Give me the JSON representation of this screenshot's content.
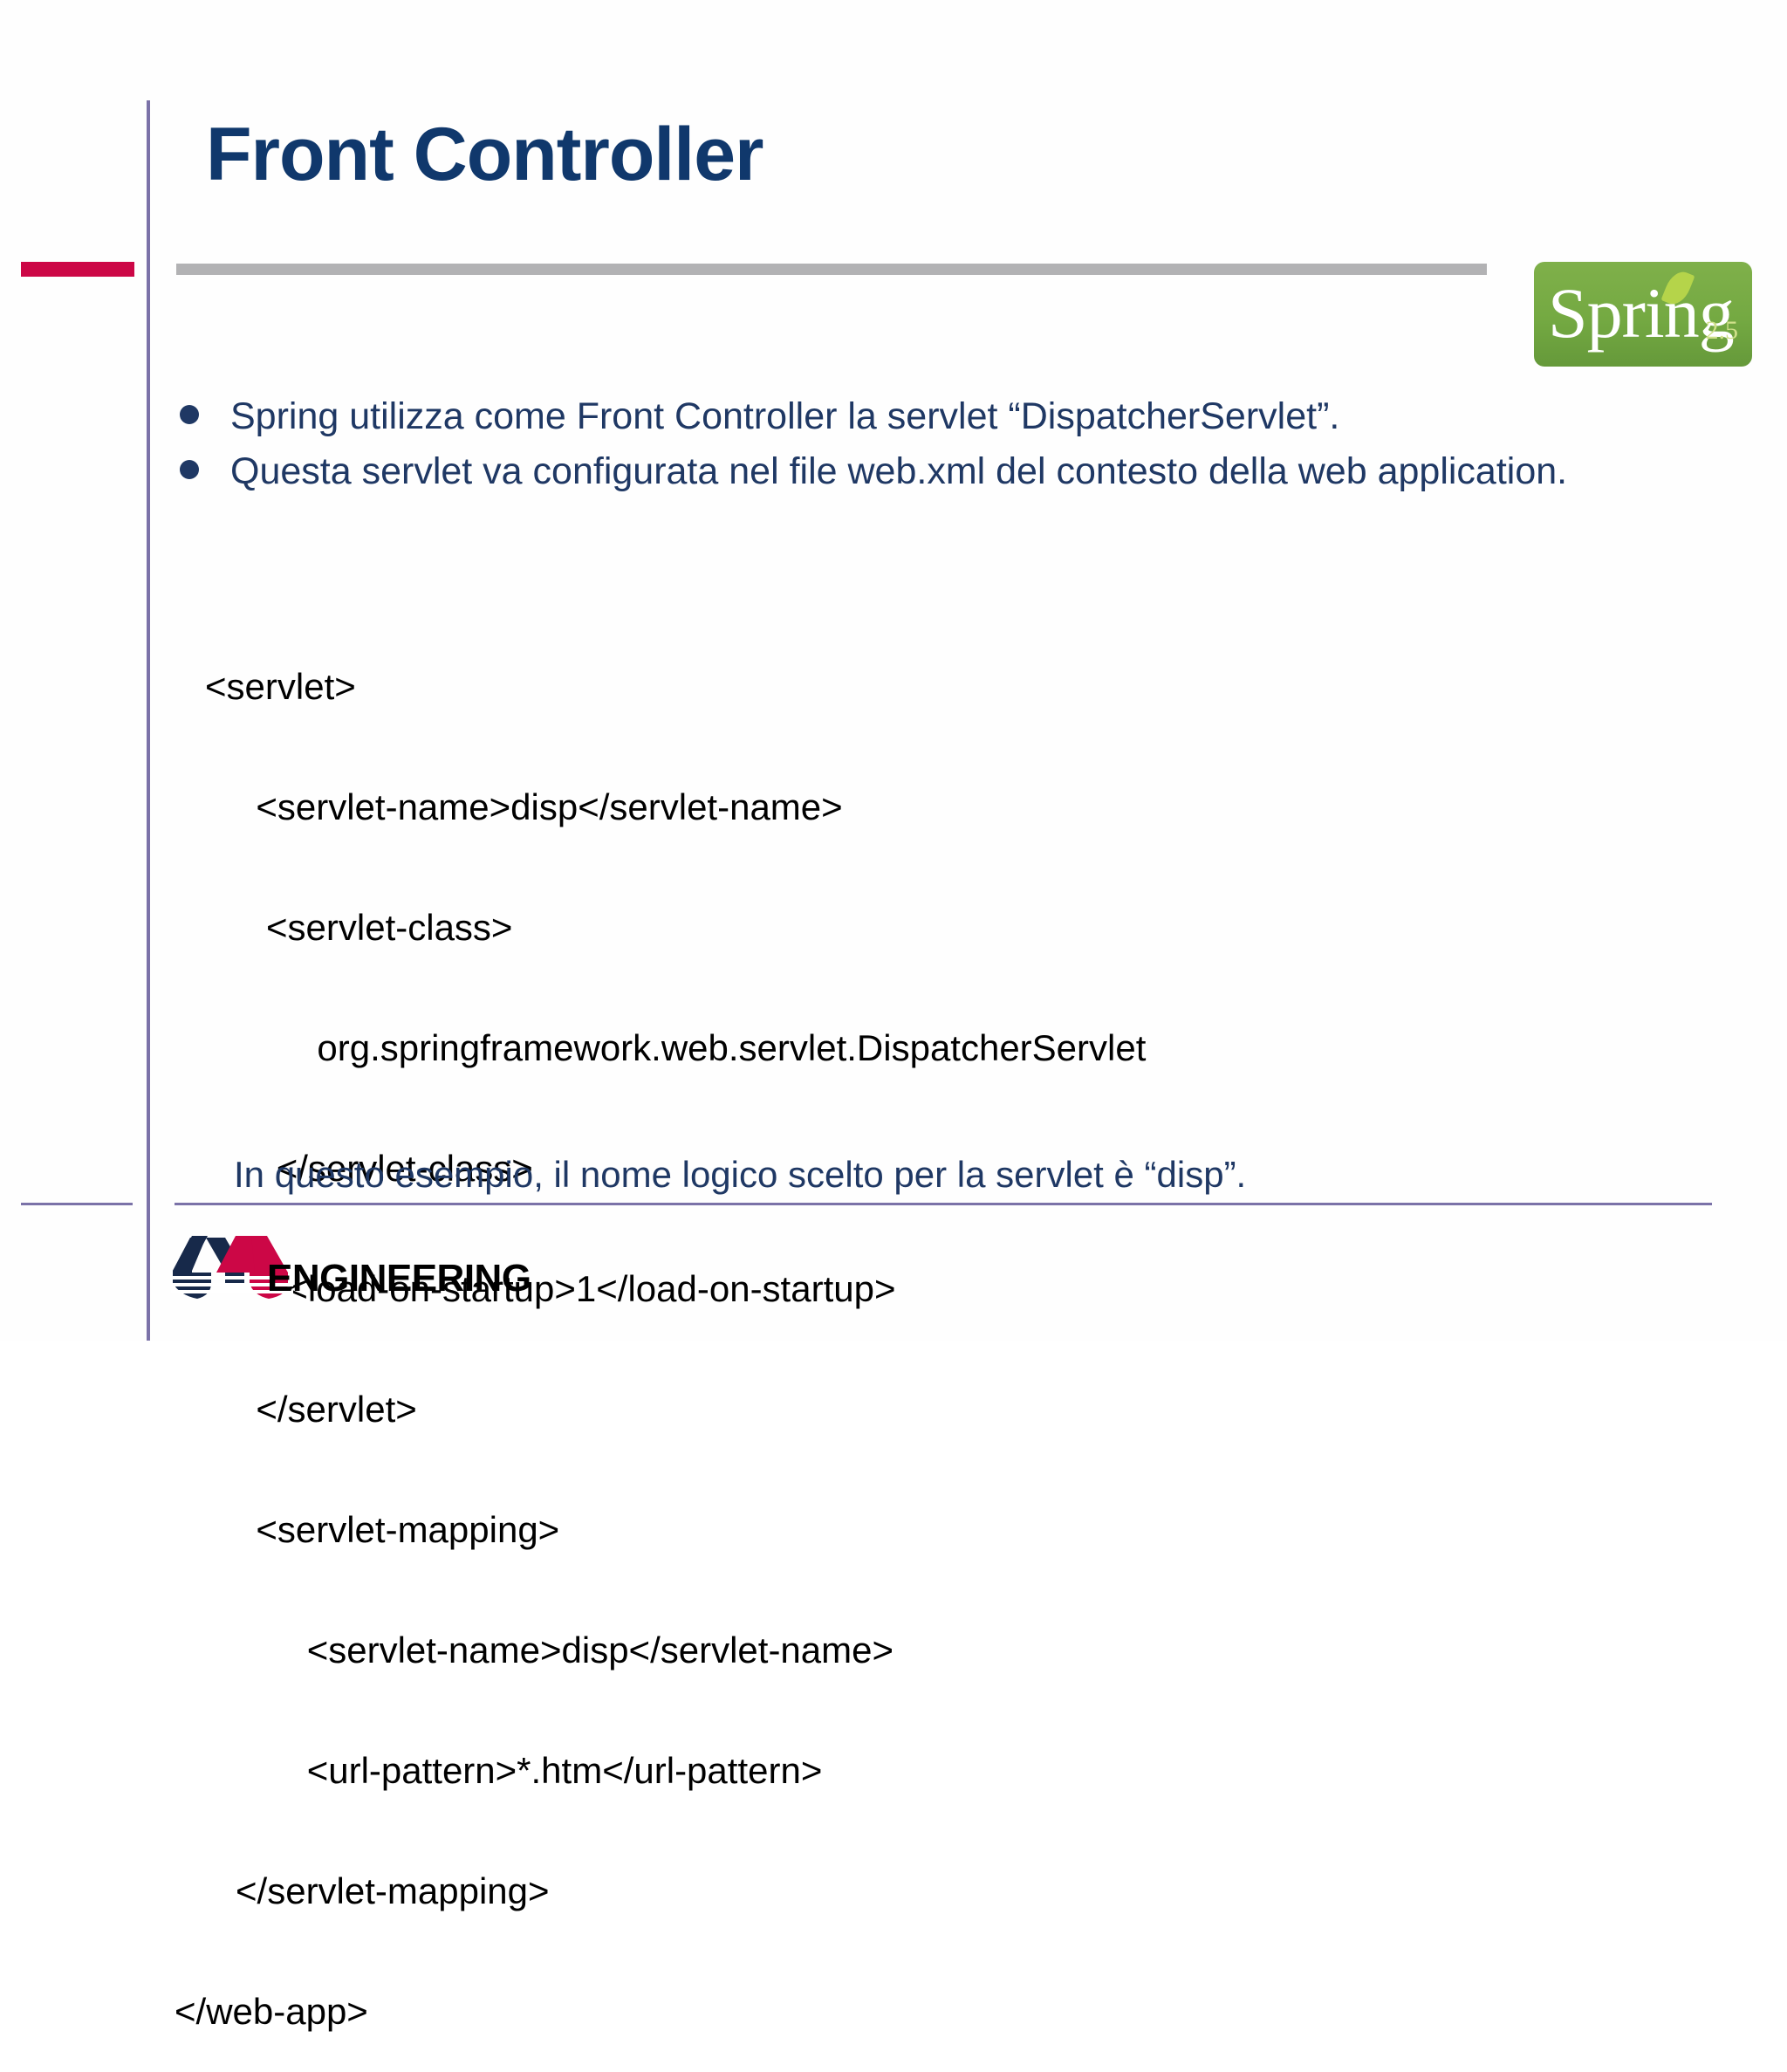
{
  "slide": {
    "title": "Front Controller",
    "bullets": [
      "Spring utilizza come Front Controller la servlet “DispatcherServlet”.",
      "Questa servlet va configurata nel file web.xml del contesto della web application."
    ],
    "code_lines": [
      "   <servlet>",
      "        <servlet-name>disp</servlet-name>",
      "         <servlet-class>",
      "              org.springframework.web.servlet.DispatcherServlet",
      "          </servlet-class>",
      "           <load-on-startup>1</load-on-startup>",
      "        </servlet>",
      "        <servlet-mapping>",
      "             <servlet-name>disp</servlet-name>",
      "             <url-pattern>*.htm</url-pattern>",
      "      </servlet-mapping>",
      "</web-app>"
    ],
    "closing_note": "In questo esempio, il nome logico scelto per la servlet è “disp”."
  },
  "spring_logo": {
    "wordmark": "Spring",
    "version": "2.5",
    "green": "#74a942",
    "version_color": "#cfe08a"
  },
  "footer": {
    "company": "ENGINEERING",
    "mark_navy": "#17294a",
    "mark_crimson": "#cc0746"
  },
  "theme": {
    "title_color": "#10386c",
    "body_text_color": "#1f3864",
    "code_color": "#000000",
    "accent_crimson": "#cc0746",
    "accent_purple": "#7b72a8",
    "rule_gray": "#b2b2b4",
    "background": "#fefefe"
  }
}
